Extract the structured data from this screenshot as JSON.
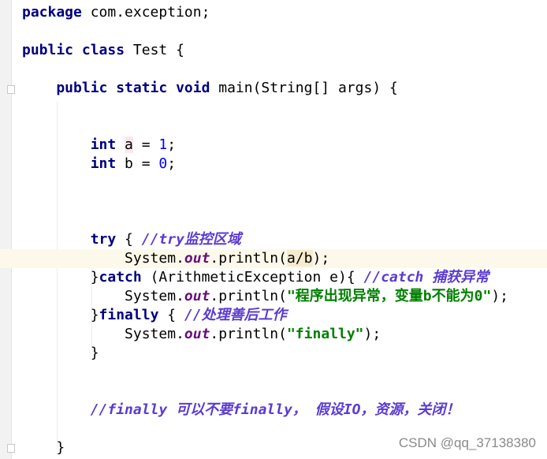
{
  "code_lines": [
    [
      {
        "t": "package ",
        "c": "kw"
      },
      {
        "t": "com.exception;"
      }
    ],
    [],
    [
      {
        "t": "public class ",
        "c": "kw"
      },
      {
        "t": "Test {"
      }
    ],
    [],
    [
      {
        "t": "    public static void ",
        "c": "kw"
      },
      {
        "t": "main(String[] args) {"
      }
    ],
    [],
    [],
    [
      {
        "t": "        int ",
        "c": "kw"
      },
      {
        "t": "a",
        "c": "var-hl"
      },
      {
        "t": " = "
      },
      {
        "t": "1",
        "c": "num"
      },
      {
        "t": ";"
      }
    ],
    [
      {
        "t": "        int ",
        "c": "kw"
      },
      {
        "t": "b = "
      },
      {
        "t": "0",
        "c": "num"
      },
      {
        "t": ";"
      }
    ],
    [],
    [],
    [],
    [
      {
        "t": "        try ",
        "c": "kw"
      },
      {
        "t": "{ "
      },
      {
        "t": "//try监控区域",
        "c": "cmt"
      }
    ],
    [
      {
        "t": "            System."
      },
      {
        "t": "out",
        "c": "fld"
      },
      {
        "t": ".println("
      },
      {
        "t": "a",
        "c": "sel-hl"
      },
      {
        "t": "",
        "c": "caret"
      },
      {
        "t": "/",
        "c": "sel-hl"
      },
      {
        "t": "b",
        "c": "sel-hl"
      },
      {
        "t": ");"
      }
    ],
    [
      {
        "t": "        }"
      },
      {
        "t": "catch ",
        "c": "kw"
      },
      {
        "t": "(ArithmeticException e){ "
      },
      {
        "t": "//catch 捕获异常",
        "c": "cmt"
      }
    ],
    [
      {
        "t": "            System."
      },
      {
        "t": "out",
        "c": "fld"
      },
      {
        "t": ".println("
      },
      {
        "t": "\"程序出现异常，变量b不能为0\"",
        "c": "str"
      },
      {
        "t": ");"
      }
    ],
    [
      {
        "t": "        }"
      },
      {
        "t": "finally ",
        "c": "kw"
      },
      {
        "t": "{ "
      },
      {
        "t": "//处理善后工作",
        "c": "cmt"
      }
    ],
    [
      {
        "t": "            System."
      },
      {
        "t": "out",
        "c": "fld"
      },
      {
        "t": ".println("
      },
      {
        "t": "\"finally\"",
        "c": "str"
      },
      {
        "t": ");"
      }
    ],
    [
      {
        "t": "        }"
      }
    ],
    [],
    [],
    [
      {
        "t": "        //finally 可以不要finally， 假设IO，资源，关闭！",
        "c": "cmt"
      }
    ],
    [],
    [
      {
        "t": "    }"
      }
    ]
  ],
  "current_line_index": 13,
  "watermark": "CSDN @qq_37138380"
}
